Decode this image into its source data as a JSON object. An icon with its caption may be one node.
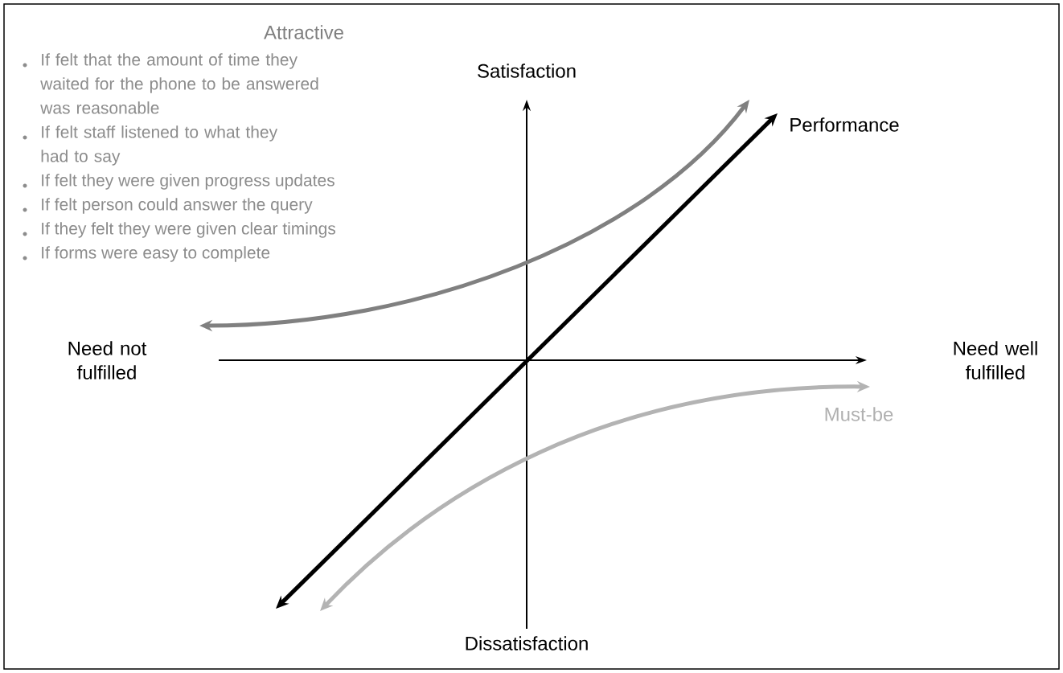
{
  "diagram": {
    "labels": [
      "Attractive",
      "If felt that the amount of time they waited for the phone to be answered was reasonable",
      "If felt staff listened to what they had to say",
      "If felt they were given progress updates",
      "If felt person could answer the query",
      "If they felt they were given clear timings",
      "If forms were easy to complete",
      "Satisfaction",
      "Performance",
      "Need not fulfilled",
      "Need well fulfilled",
      "Must-be",
      "Dissatisfaction"
    ]
  }
}
